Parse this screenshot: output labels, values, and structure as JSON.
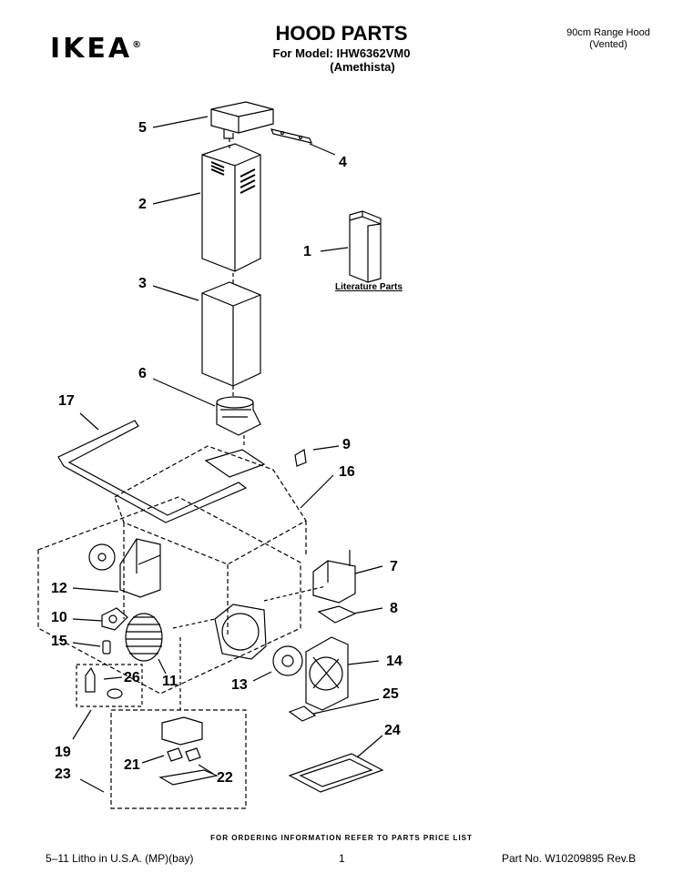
{
  "header": {
    "brand": "IKEA",
    "title": "HOOD PARTS",
    "model_line": "For Model: IHW6362VM0",
    "model_variant": "(Amethista)",
    "hood_type": "90cm Range Hood",
    "hood_subtype": "(Vented)"
  },
  "diagram": {
    "literature_label": "Literature Parts",
    "callouts": [
      "1",
      "2",
      "3",
      "4",
      "5",
      "6",
      "7",
      "8",
      "9",
      "10",
      "11",
      "12",
      "13",
      "14",
      "15",
      "16",
      "17",
      "19",
      "21",
      "22",
      "23",
      "24",
      "25",
      "26"
    ]
  },
  "footer": {
    "ordering_info": "FOR ORDERING INFORMATION REFER TO PARTS PRICE LIST",
    "litho": "5–11 Litho in U.S.A. (MP)(bay)",
    "page_number": "1",
    "part_number": "Part No. W10209895 Rev.B"
  },
  "colors": {
    "ink": "#000000",
    "paper": "#ffffff"
  }
}
